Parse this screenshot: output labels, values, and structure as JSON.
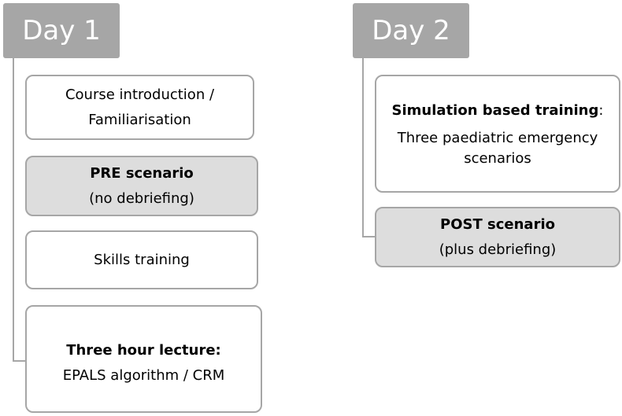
{
  "day1": {
    "header": "Day 1",
    "items": [
      {
        "line1": "Course introduction /",
        "line2": "Familiarisation"
      },
      {
        "title": "PRE scenario",
        "subtitle": "(no debriefing)"
      },
      {
        "line1": "Skills training"
      },
      {
        "title": "Three hour lecture:",
        "subtitle": "EPALS algorithm / CRM"
      }
    ]
  },
  "day2": {
    "header": "Day 2",
    "items": [
      {
        "title": "Simulation based training",
        "title_suffix": ":",
        "line1": "Three paediatric emergency",
        "line2": "scenarios"
      },
      {
        "title": "POST scenario",
        "subtitle": "(plus debriefing)"
      }
    ]
  },
  "colors": {
    "header_bg": "#a6a6a6",
    "header_text": "#ffffff",
    "box_border": "#a6a6a6",
    "box_grey_fill": "#dddddd"
  }
}
